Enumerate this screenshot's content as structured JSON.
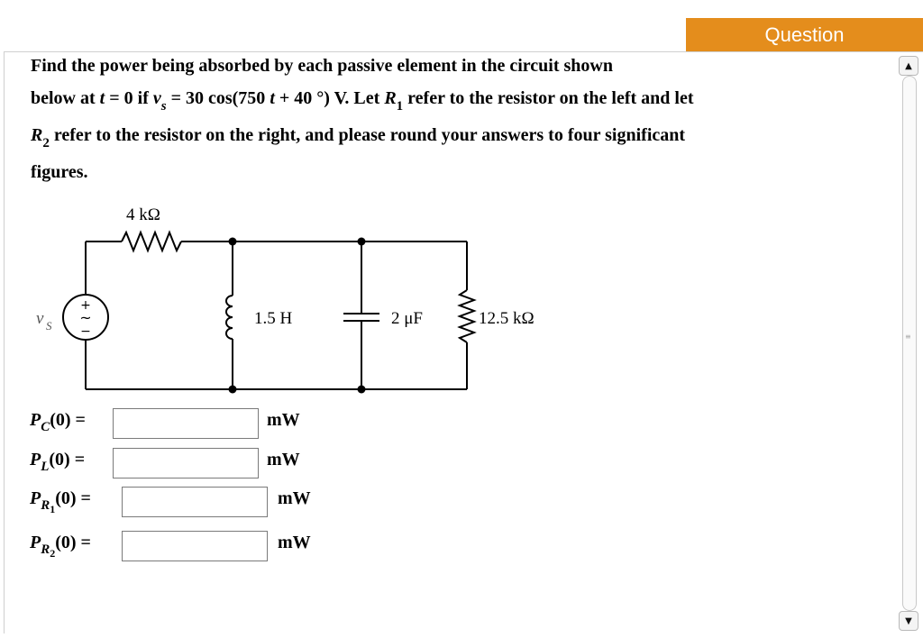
{
  "header": {
    "tab_label": "Question"
  },
  "question": {
    "line1": "Find the power being absorbed by each passive element in the circuit shown",
    "line2_a": "below at ",
    "t": "t",
    "line2_b": " = 0 if ",
    "v": "v",
    "s": "s",
    "line2_c": " = 30 cos(750 ",
    "line2_d": " + 40 °) V. Let ",
    "R": "R",
    "one": "1",
    "line2_e": " refer to the resistor on the left and let",
    "two": "2",
    "line3": " refer to the resistor on the right, and please round your answers to four significant",
    "line4": "figures."
  },
  "circuit": {
    "r1_label": "4 kΩ",
    "source_label": "v",
    "source_sub": "S",
    "inductor_label": "1.5 H",
    "capacitor_label": "2 μF",
    "r2_label": "12.5 kΩ",
    "plus": "+",
    "minus": "−",
    "tilde": "~"
  },
  "answers": {
    "P": "P",
    "open": "(0) =",
    "unit": "mW",
    "rows": [
      {
        "sub": "C",
        "value": ""
      },
      {
        "sub": "L",
        "value": ""
      },
      {
        "sub": "R",
        "subsub": "1",
        "value": ""
      },
      {
        "sub": "R",
        "subsub": "2",
        "value": ""
      }
    ]
  },
  "scrollbar": {
    "up_icon": "▲",
    "down_icon": "▼",
    "grip": "≡"
  }
}
